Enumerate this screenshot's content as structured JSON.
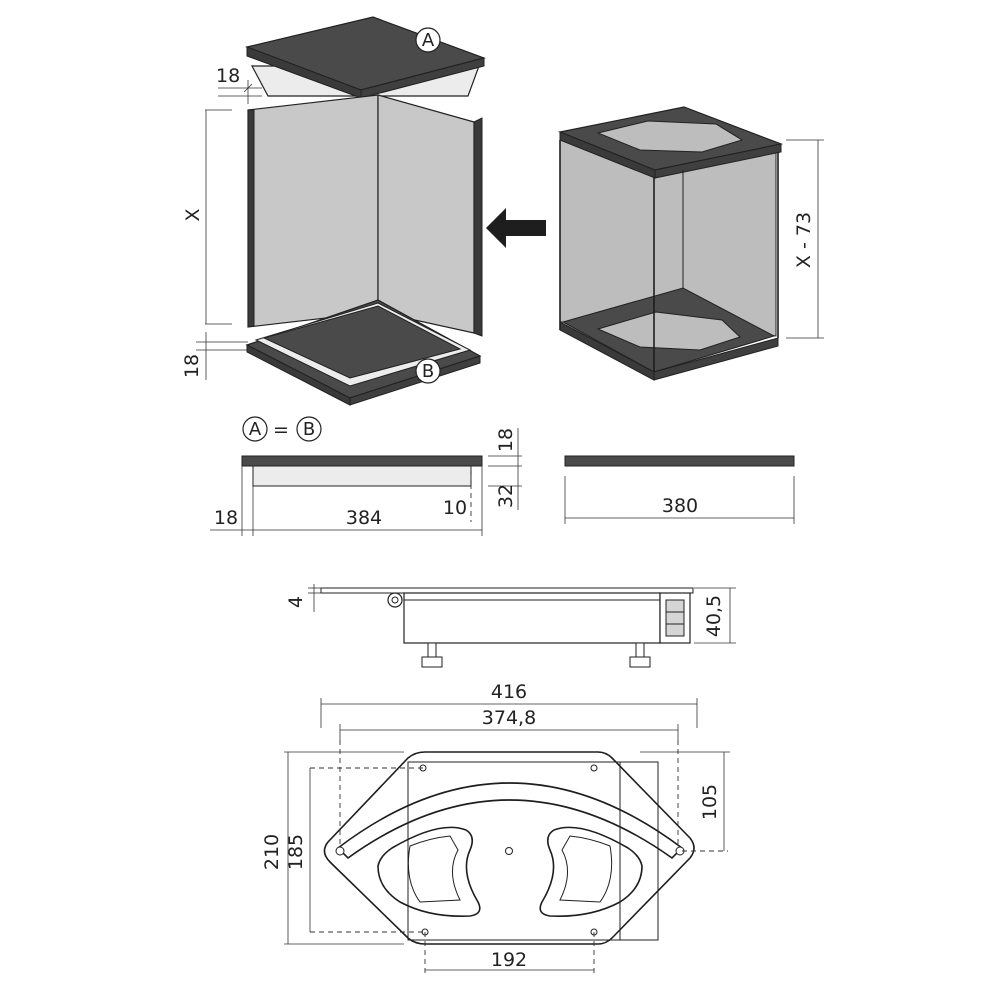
{
  "colors": {
    "dark_panel": "#4a4a4a",
    "light_panel": "#c8c8c8",
    "inner_panel": "#bdbdbd",
    "edge_light": "#ececec",
    "outline": "#222222"
  },
  "labels": {
    "circle_a": "A",
    "circle_b": "B",
    "equals": "=",
    "x": "X",
    "x_minus_73": "X - 73"
  },
  "dimensions": {
    "top_thickness": "18",
    "bottom_thickness": "18",
    "panel_thickness_top": "18",
    "panel_thickness_bottom": "32",
    "panel_left": "18",
    "panel_width": "384",
    "panel_offset": "10",
    "panel_right_width": "380",
    "tray_thickness": "4",
    "tray_height": "40,5",
    "overall_width": "416",
    "inner_width": "374,8",
    "overall_depth": "210",
    "inner_depth": "185",
    "right_depth": "105",
    "bottom_width": "192"
  }
}
